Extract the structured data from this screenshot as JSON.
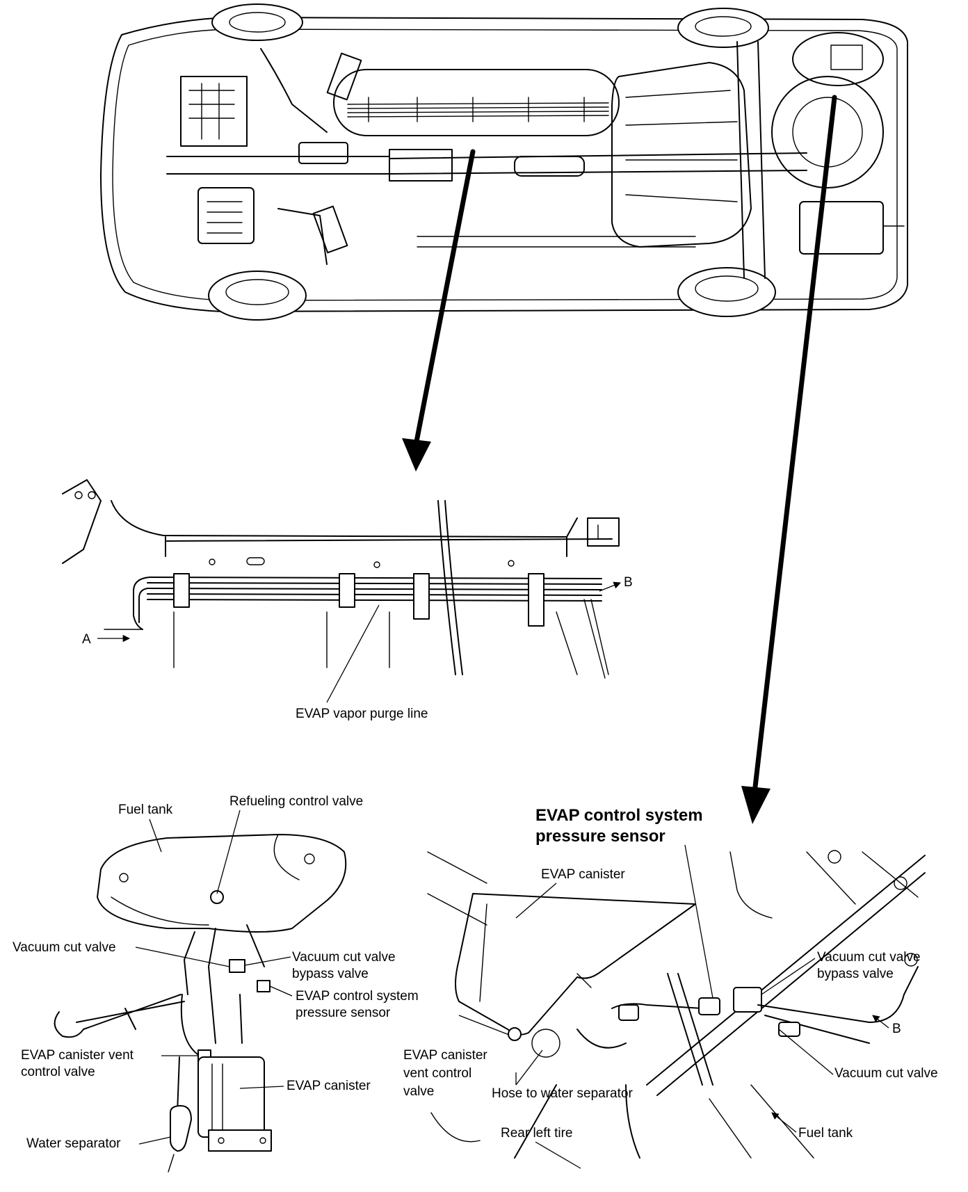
{
  "callouts": {
    "evap_vapor_purge_line": "EVAP vapor purge line",
    "point_a": "A",
    "point_b": "B"
  },
  "fuel_tank_view": {
    "fuel_tank": "Fuel tank",
    "refueling_control_valve": "Refueling control valve",
    "vacuum_cut_valve": "Vacuum cut valve",
    "vacuum_cut_valve_bypass_valve_l1": "Vacuum cut valve",
    "vacuum_cut_valve_bypass_valve_l2": "bypass valve",
    "evap_pressure_sensor_l1": "EVAP control system",
    "evap_pressure_sensor_l2": "pressure sensor",
    "evap_canister_vent_control_valve_l1": "EVAP canister vent",
    "evap_canister_vent_control_valve_l2": "control valve",
    "evap_canister": "EVAP canister",
    "water_separator": "Water separator"
  },
  "detail_view": {
    "title_l1": "EVAP control system",
    "title_l2": "pressure sensor",
    "evap_canister": "EVAP canister",
    "vacuum_cut_valve_bypass_valve_l1": "Vacuum cut valve",
    "vacuum_cut_valve_bypass_valve_l2": "bypass valve",
    "point_b": "B",
    "evap_canister_vent_control_valve_l1": "EVAP canister",
    "evap_canister_vent_control_valve_l2": "vent control",
    "evap_canister_vent_control_valve_l3": "valve",
    "vacuum_cut_valve": "Vacuum cut valve",
    "hose_to_water_separator": "Hose to water separator",
    "rear_left_tire": "Rear left tire",
    "fuel_tank": "Fuel tank"
  }
}
